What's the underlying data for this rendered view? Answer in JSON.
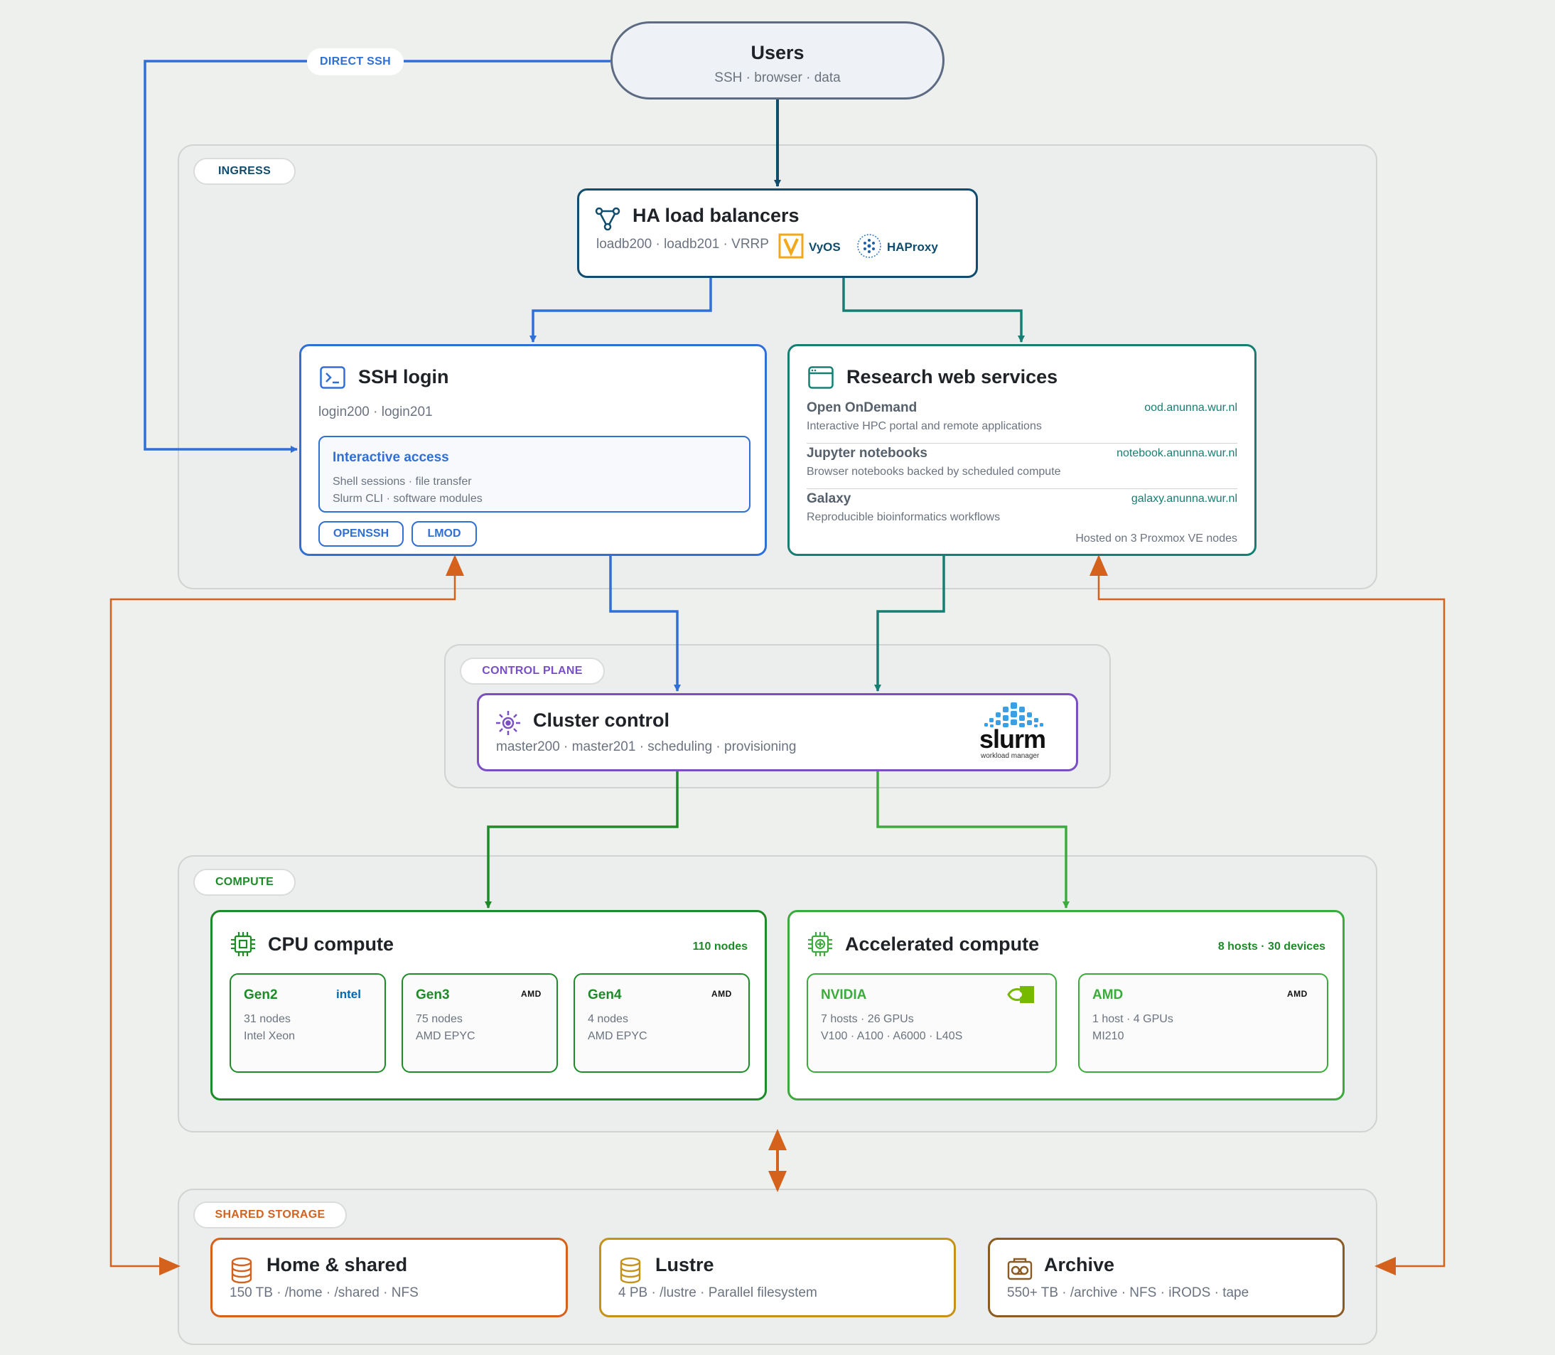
{
  "colors": {
    "users": "#5c6b82",
    "ingress": "#0f4c6e",
    "ssh": "#2f6fd6",
    "web": "#167e72",
    "control": "#7b4fc4",
    "cpu": "#1e8a28",
    "accel": "#3caa3c",
    "storage_home": "#d4621d",
    "storage_lustre": "#c59218",
    "storage_archive": "#8a5b22"
  },
  "users": {
    "title": "Users",
    "subtitle": "SSH · browser · data"
  },
  "direct_ssh_label": "DIRECT SSH",
  "groups": {
    "ingress": "INGRESS",
    "control": "CONTROL PLANE",
    "compute": "COMPUTE",
    "storage": "SHARED STORAGE"
  },
  "load_balancers": {
    "title": "HA load balancers",
    "subtitle": "loadb200 · loadb201 · VRRP",
    "logos": [
      "VyOS",
      "HAProxy"
    ],
    "icons": [
      "network-icon",
      "vyos-logo-icon",
      "haproxy-logo-icon"
    ]
  },
  "ssh_login": {
    "title": "SSH login",
    "subtitle": "login200 · login201",
    "panel_title": "Interactive access",
    "panel_lines": [
      "Shell sessions · file transfer",
      "Slurm CLI · software modules"
    ],
    "tags": [
      "OPENSSH",
      "LMOD"
    ],
    "icon": "terminal-icon"
  },
  "web_services": {
    "title": "Research web services",
    "icon": "browser-window-icon",
    "services": [
      {
        "name": "Open OnDemand",
        "url": "ood.anunna.wur.nl",
        "desc": "Interactive HPC portal and remote applications"
      },
      {
        "name": "Jupyter notebooks",
        "url": "notebook.anunna.wur.nl",
        "desc": "Browser notebooks backed by scheduled compute"
      },
      {
        "name": "Galaxy",
        "url": "galaxy.anunna.wur.nl",
        "desc": "Reproducible bioinformatics workflows"
      }
    ],
    "footer": "Hosted on 3 Proxmox VE nodes"
  },
  "cluster_control": {
    "title": "Cluster control",
    "subtitle": "master200 · master201 · scheduling · provisioning",
    "logo_word": "slurm",
    "logo_tagline": "workload manager",
    "icon": "control-gear-icon"
  },
  "cpu": {
    "title": "CPU compute",
    "badge": "110 nodes",
    "icon": "cpu-chip-icon",
    "cards": [
      {
        "title": "Gen2",
        "vendor": "intel",
        "lines": [
          "31 nodes",
          "Intel Xeon"
        ]
      },
      {
        "title": "Gen3",
        "vendor": "AMD",
        "lines": [
          "75 nodes",
          "AMD EPYC"
        ]
      },
      {
        "title": "Gen4",
        "vendor": "AMD",
        "lines": [
          "4 nodes",
          "AMD EPYC"
        ]
      }
    ]
  },
  "accel": {
    "title": "Accelerated compute",
    "badge": "8 hosts · 30 devices",
    "icon": "accelerator-chip-icon",
    "cards": [
      {
        "title": "NVIDIA",
        "vendor": "nvidia-logo-icon",
        "lines": [
          "7 hosts · 26 GPUs",
          "V100 · A100 · A6000 · L40S"
        ]
      },
      {
        "title": "AMD",
        "vendor": "AMD",
        "lines": [
          "1 host · 4 GPUs",
          "MI210"
        ]
      }
    ]
  },
  "storage": {
    "home": {
      "title": "Home & shared",
      "subtitle": "150 TB · /home · /shared · NFS",
      "icon": "database-icon"
    },
    "lustre": {
      "title": "Lustre",
      "subtitle": "4 PB · /lustre · Parallel filesystem",
      "icon": "database-icon"
    },
    "archive": {
      "title": "Archive",
      "subtitle": "550+ TB · /archive · NFS · iRODS · tape",
      "icon": "tape-archive-icon"
    }
  }
}
